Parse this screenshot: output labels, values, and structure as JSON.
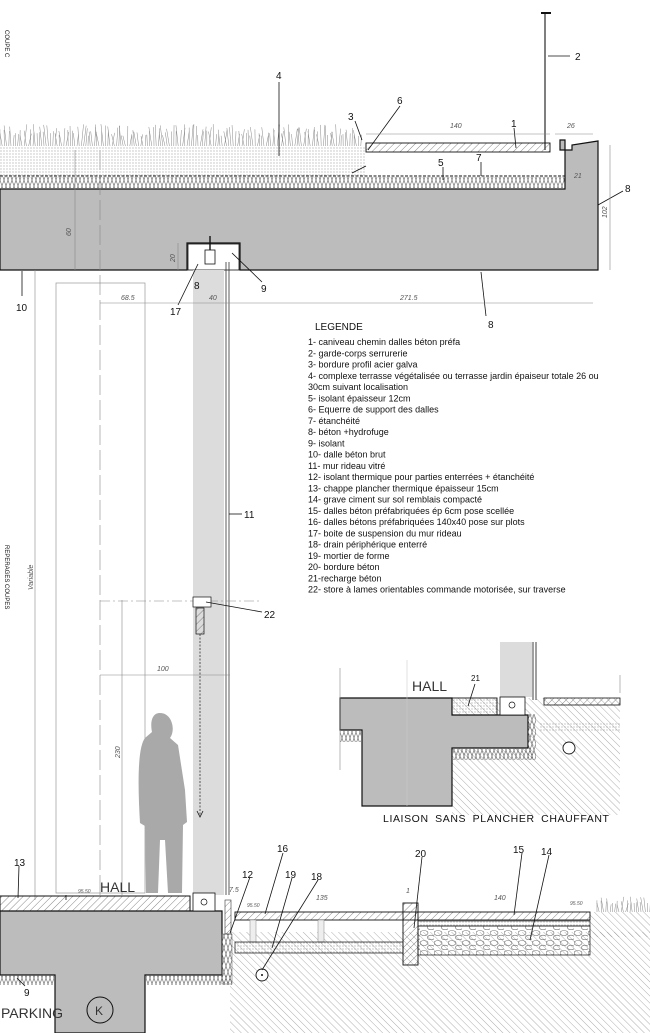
{
  "sheet": {
    "section_title": "COUPE C",
    "side_title": "REPERAGES COUPES",
    "variable_label": "Variable"
  },
  "callouts": {
    "c1": "1",
    "c2": "2",
    "c3": "3",
    "c4": "4",
    "c5": "5",
    "c6": "6",
    "c7": "7",
    "c8a": "8",
    "c8b": "8",
    "c8c": "8",
    "c9a": "9",
    "c9b": "9",
    "c10": "10",
    "c11": "11",
    "c12": "12",
    "c13": "13",
    "c14": "14",
    "c15": "15",
    "c16": "16",
    "c17": "17",
    "c18": "18",
    "c19": "19",
    "c20": "20",
    "c21": "21",
    "c22": "22"
  },
  "dimensions": {
    "d140_top": "140",
    "d26": "26",
    "d21": "21",
    "d102": "102",
    "d60": "60",
    "d20": "20",
    "d685": "68.5",
    "d40": "40",
    "d2715": "271.5",
    "d100": "100",
    "d230": "230",
    "d135": "135",
    "d140_bottom": "140",
    "d75": "7.5",
    "d1": "1",
    "level1": "95.50",
    "level2": "95.50",
    "level3": "95.50"
  },
  "rooms": {
    "hall_main": "HALL",
    "hall_inset": "HALL",
    "parking": "PARKING",
    "axis_marker": "K"
  },
  "inset": {
    "caption": "LIAISON SANS PLANCHER CHAUFFANT"
  },
  "legend": {
    "title": "LEGENDE",
    "items": [
      "1- caniveau chemin dalles béton préfa",
      "2- garde-corps serrurerie",
      "3- bordure profil acier galva",
      "4- complexe terrasse végétalisée ou terrasse jardin épaiseur totale 26 ou",
      "30cm suivant localisation",
      "5- isolant épaisseur 12cm",
      "6- Equerre de support des dalles",
      "7- étanchéité",
      "8- béton +hydrofuge",
      "9- isolant",
      "10- dalle béton brut",
      "11- mur rideau vitré",
      "12- isolant thermique pour parties enterrées + étanchéité",
      "13- chappe plancher thermique épaisseur 15cm",
      "14- grave ciment sur sol remblais compacté",
      "15- dalles béton préfabriquées ép 6cm pose scellée",
      "16- dalles bétons préfabriquées 140x40 pose sur plots",
      "17- boite de suspension du mur rideau",
      "18- drain périphérique enterré",
      "19- mortier de forme",
      "20- bordure béton",
      "21-recharge béton",
      "22- store à lames orientables commande motorisée, sur traverse"
    ]
  },
  "colors": {
    "concrete": "#bcbcbc",
    "glass": "#dcdcdc",
    "silhouette": "#a9a9a9",
    "line": "#111111"
  }
}
